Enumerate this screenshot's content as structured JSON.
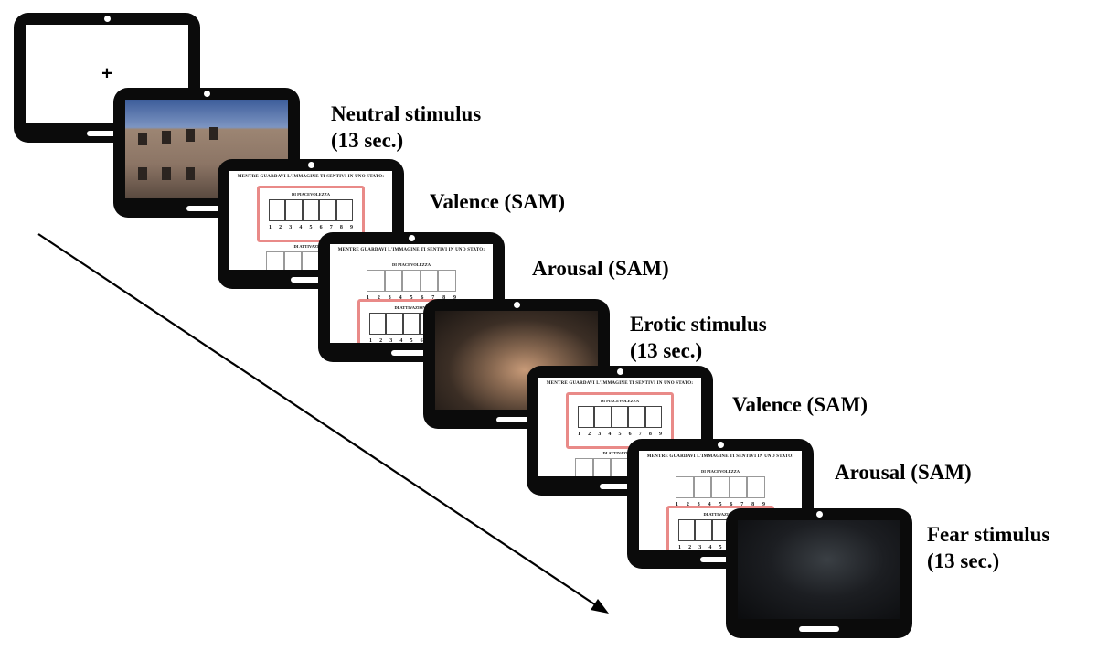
{
  "fixation": {
    "symbol": "+"
  },
  "sam": {
    "header": "MENTRE GUARDAVI L'IMMAGINE TI SENTIVI IN UNO STATO:",
    "valence_label": "DI PIACEVOLEZZA",
    "arousal_label": "DI ATTIVAZIONE",
    "scale": [
      "1",
      "2",
      "3",
      "4",
      "5",
      "6",
      "7",
      "8",
      "9"
    ]
  },
  "captions": {
    "neutral": {
      "line1": "Neutral stimulus",
      "line2": "(13 sec.)"
    },
    "valence1": "Valence (SAM)",
    "arousal1": "Arousal (SAM)",
    "erotic": {
      "line1": "Erotic stimulus",
      "line2": "(13 sec.)"
    },
    "valence2": "Valence (SAM)",
    "arousal2": "Arousal (SAM)",
    "fear": {
      "line1": "Fear stimulus",
      "line2": "(13 sec.)"
    }
  },
  "colors": {
    "tablet_frame": "#0b0b0b",
    "highlight": "#e98a88",
    "arrow": "#000000"
  }
}
